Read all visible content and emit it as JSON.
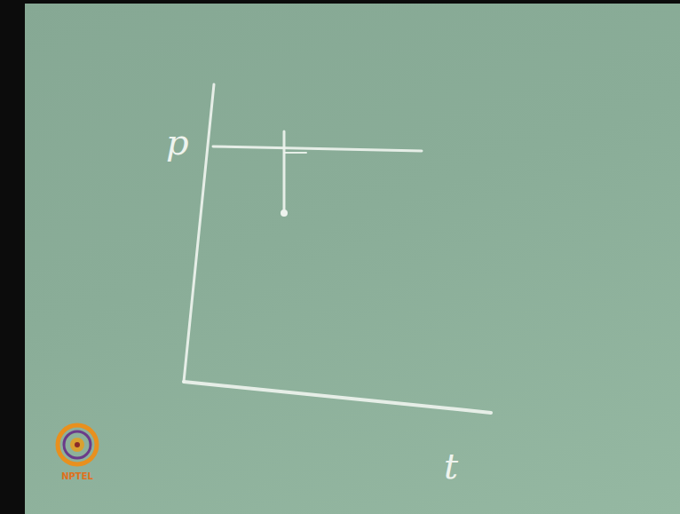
{
  "diagram": {
    "labels": [
      "p",
      "t",
      "NPTEL"
    ]
  }
}
